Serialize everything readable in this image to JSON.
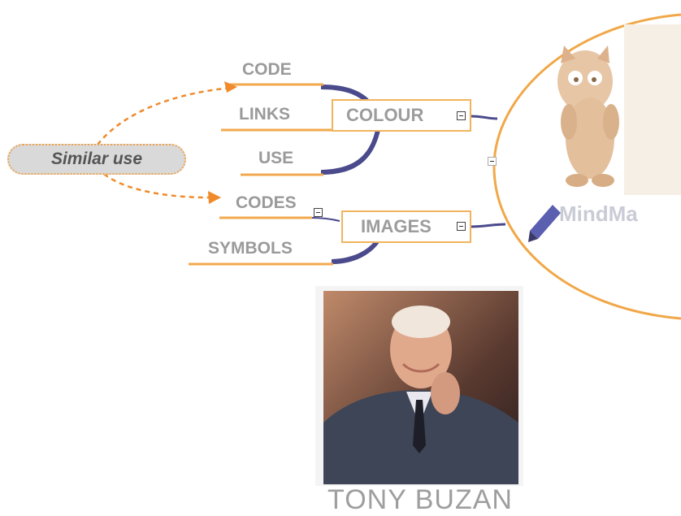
{
  "central": {
    "similar_label": "Similar use"
  },
  "branches": {
    "colour": {
      "label": "COLOUR",
      "children": [
        "CODE",
        "LINKS",
        "USE"
      ]
    },
    "images": {
      "label": "IMAGES",
      "children": [
        "CODES",
        "SYMBOLS"
      ]
    }
  },
  "logo": {
    "text": "MindMa"
  },
  "portrait": {
    "caption": "TONY BUZAN"
  },
  "colors": {
    "branch_line": "#f2a94e",
    "arrow": "#f08a2a",
    "connector": "#4a4a8c",
    "box_border": "#f0b45e"
  }
}
